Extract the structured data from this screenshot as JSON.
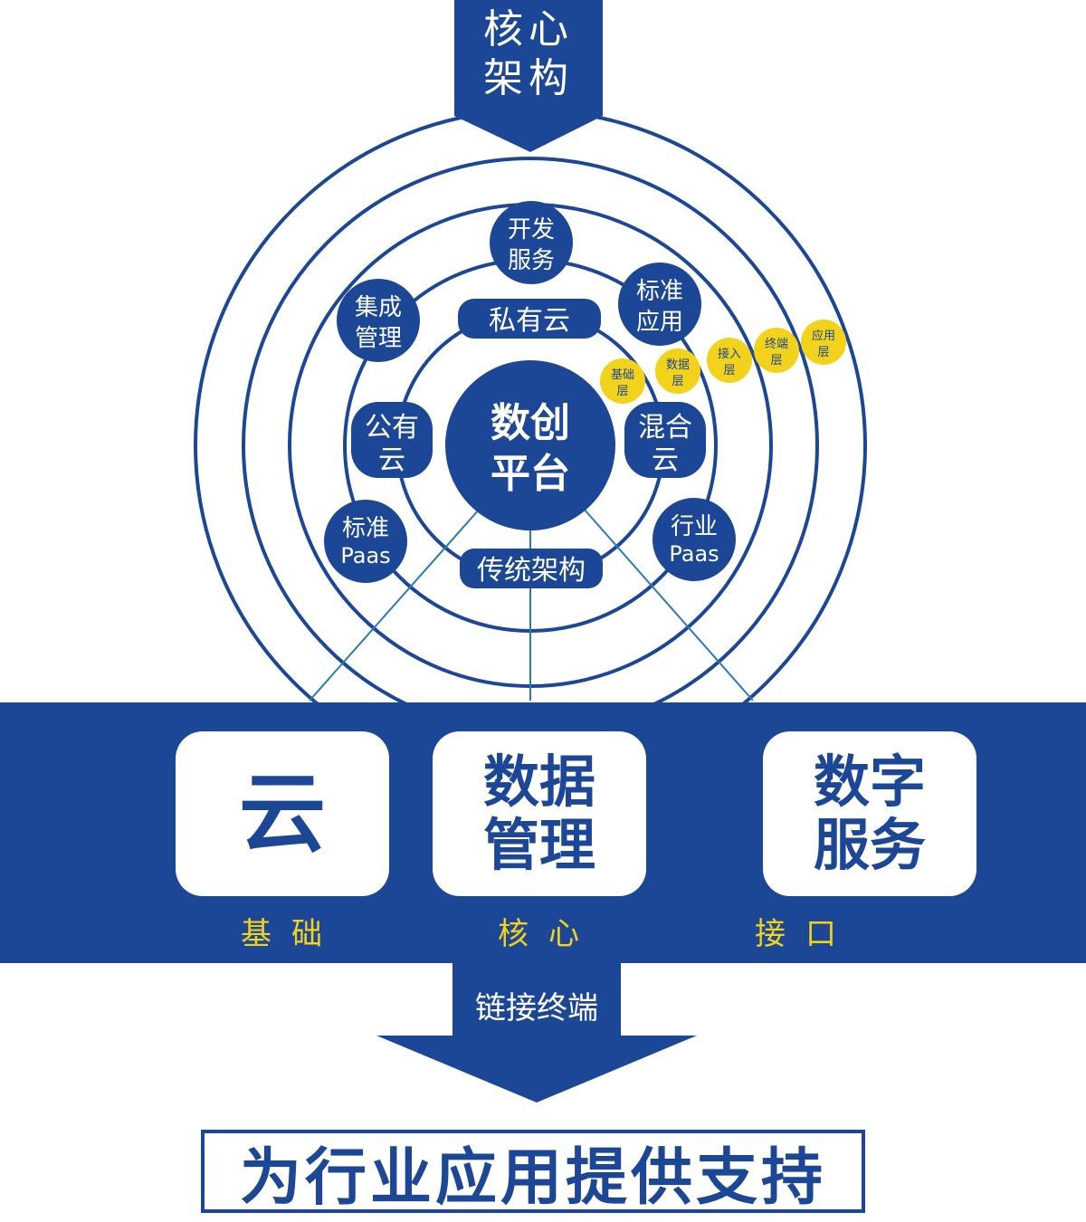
{
  "top_arrow": {
    "line1": "核心",
    "line2": "架构"
  },
  "center": {
    "line1": "数创",
    "line2": "平台"
  },
  "ring_labels": {
    "private_cloud": "私有云",
    "traditional": "传统架构",
    "public_cloud": [
      "公有",
      "云"
    ],
    "hybrid_cloud": [
      "混合",
      "云"
    ]
  },
  "outer_nodes": {
    "dev_service": [
      "开发",
      "服务"
    ],
    "integration": [
      "集成",
      "管理"
    ],
    "standard_app": [
      "标准",
      "应用"
    ],
    "standard_paas": [
      "标准",
      "Paas"
    ],
    "industry_paas": [
      "行业",
      "Paas"
    ]
  },
  "layers": [
    {
      "id": "base",
      "lines": [
        "基础",
        "层"
      ]
    },
    {
      "id": "data",
      "lines": [
        "数据",
        "层"
      ]
    },
    {
      "id": "access",
      "lines": [
        "接入",
        "层"
      ]
    },
    {
      "id": "terminal",
      "lines": [
        "终端",
        "层"
      ]
    },
    {
      "id": "application",
      "lines": [
        "应用",
        "层"
      ]
    }
  ],
  "band": {
    "cards": {
      "cloud": "云",
      "data_mgmt": "数据管理",
      "digital_service": "数字服务"
    },
    "labels": {
      "foundation": "基础",
      "core": "核心",
      "interface": "接口"
    }
  },
  "bottom_arrow": {
    "label": "链接终端"
  },
  "bottom_box": {
    "text": "为行业应用提供支持"
  },
  "colors": {
    "primary": "#1c4796",
    "accent": "#f2d21b",
    "line": "#2a7ab8",
    "white": "#ffffff"
  }
}
